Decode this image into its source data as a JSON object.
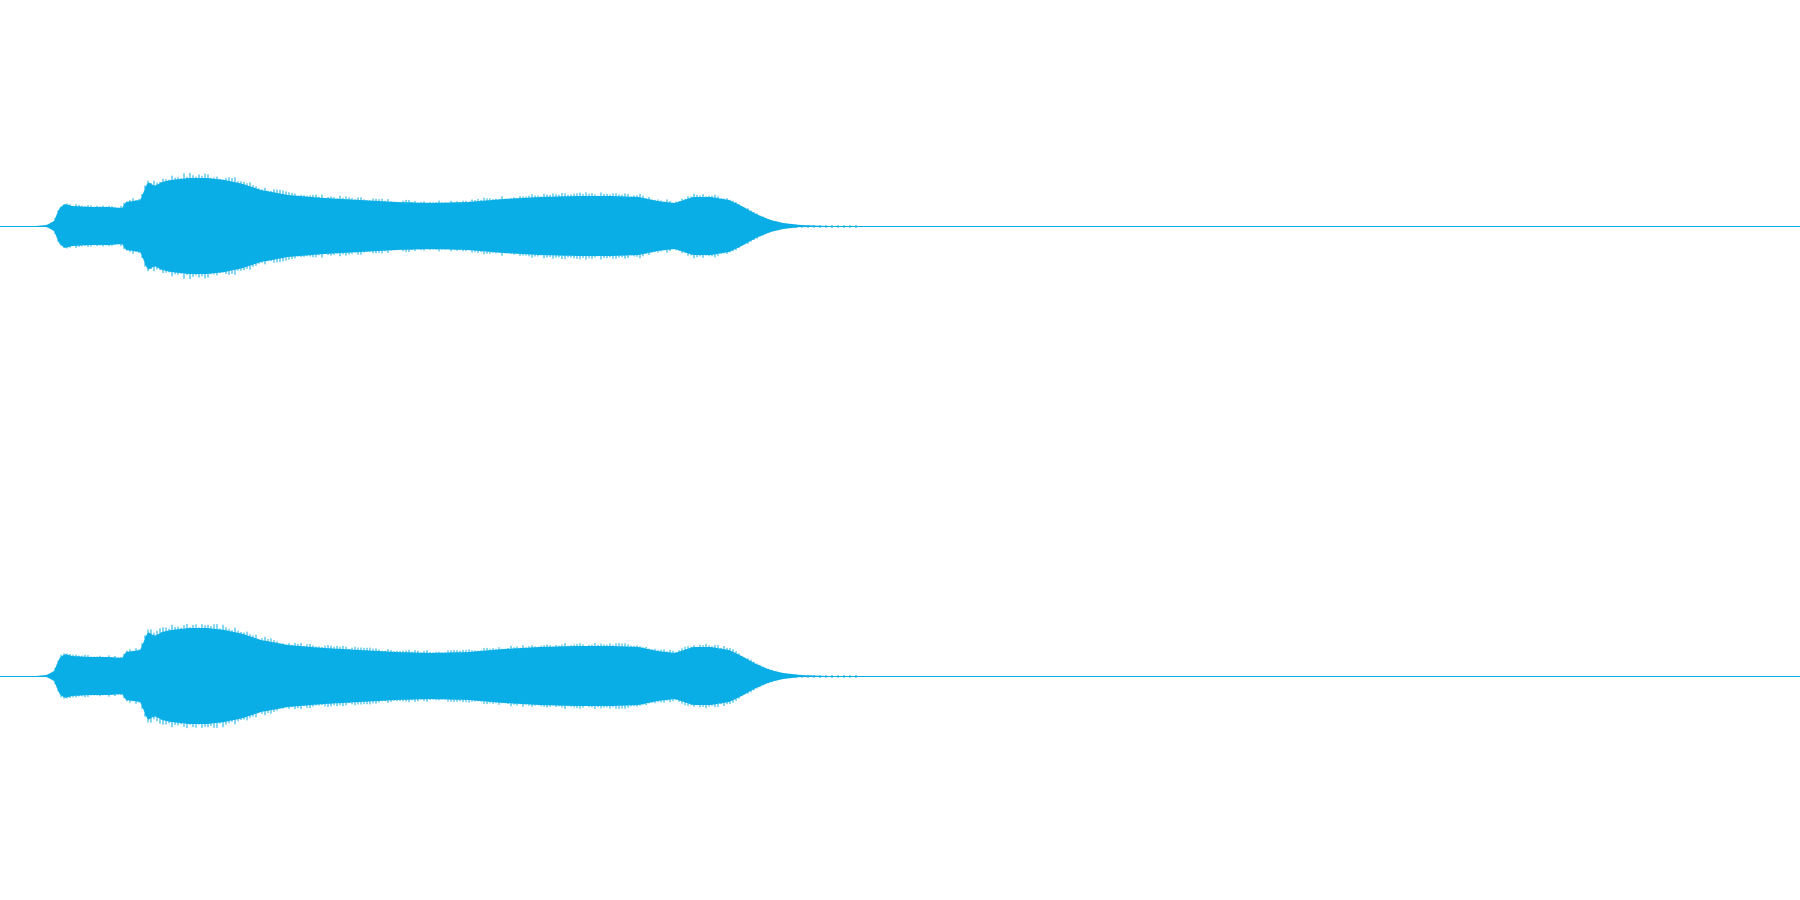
{
  "view": {
    "type": "audio-waveform",
    "channel_count": 2,
    "background_color": "#ffffff",
    "wave_color": "#0aaee6"
  },
  "channels": [
    {
      "name": "",
      "envelope": [
        [
          0.0,
          0.0
        ],
        [
          0.02,
          0.0
        ],
        [
          0.026,
          0.01
        ],
        [
          0.03,
          0.05
        ],
        [
          0.033,
          0.18
        ],
        [
          0.036,
          0.22
        ],
        [
          0.04,
          0.2
        ],
        [
          0.05,
          0.19
        ],
        [
          0.06,
          0.19
        ],
        [
          0.068,
          0.18
        ],
        [
          0.07,
          0.24
        ],
        [
          0.078,
          0.26
        ],
        [
          0.082,
          0.44
        ],
        [
          0.086,
          0.4
        ],
        [
          0.09,
          0.44
        ],
        [
          0.095,
          0.46
        ],
        [
          0.105,
          0.48
        ],
        [
          0.115,
          0.48
        ],
        [
          0.125,
          0.46
        ],
        [
          0.135,
          0.42
        ],
        [
          0.145,
          0.36
        ],
        [
          0.16,
          0.31
        ],
        [
          0.18,
          0.28
        ],
        [
          0.2,
          0.26
        ],
        [
          0.22,
          0.24
        ],
        [
          0.24,
          0.23
        ],
        [
          0.26,
          0.24
        ],
        [
          0.28,
          0.27
        ],
        [
          0.3,
          0.29
        ],
        [
          0.32,
          0.3
        ],
        [
          0.34,
          0.3
        ],
        [
          0.355,
          0.29
        ],
        [
          0.365,
          0.25
        ],
        [
          0.375,
          0.23
        ],
        [
          0.385,
          0.29
        ],
        [
          0.395,
          0.29
        ],
        [
          0.405,
          0.26
        ],
        [
          0.412,
          0.2
        ],
        [
          0.42,
          0.12
        ],
        [
          0.428,
          0.06
        ],
        [
          0.435,
          0.03
        ],
        [
          0.445,
          0.01
        ],
        [
          0.46,
          0.0
        ],
        [
          0.48,
          0.0
        ],
        [
          1.0,
          0.0
        ]
      ]
    },
    {
      "name": "",
      "envelope": [
        [
          0.0,
          0.0
        ],
        [
          0.02,
          0.0
        ],
        [
          0.026,
          0.01
        ],
        [
          0.03,
          0.05
        ],
        [
          0.033,
          0.18
        ],
        [
          0.036,
          0.22
        ],
        [
          0.04,
          0.2
        ],
        [
          0.05,
          0.19
        ],
        [
          0.06,
          0.19
        ],
        [
          0.068,
          0.18
        ],
        [
          0.07,
          0.24
        ],
        [
          0.078,
          0.26
        ],
        [
          0.082,
          0.44
        ],
        [
          0.086,
          0.4
        ],
        [
          0.09,
          0.44
        ],
        [
          0.095,
          0.46
        ],
        [
          0.105,
          0.48
        ],
        [
          0.115,
          0.48
        ],
        [
          0.125,
          0.46
        ],
        [
          0.135,
          0.42
        ],
        [
          0.145,
          0.36
        ],
        [
          0.16,
          0.31
        ],
        [
          0.18,
          0.28
        ],
        [
          0.2,
          0.26
        ],
        [
          0.22,
          0.24
        ],
        [
          0.24,
          0.23
        ],
        [
          0.26,
          0.24
        ],
        [
          0.28,
          0.27
        ],
        [
          0.3,
          0.29
        ],
        [
          0.32,
          0.3
        ],
        [
          0.34,
          0.3
        ],
        [
          0.355,
          0.29
        ],
        [
          0.365,
          0.25
        ],
        [
          0.375,
          0.23
        ],
        [
          0.385,
          0.29
        ],
        [
          0.395,
          0.29
        ],
        [
          0.405,
          0.26
        ],
        [
          0.412,
          0.2
        ],
        [
          0.42,
          0.12
        ],
        [
          0.428,
          0.06
        ],
        [
          0.435,
          0.03
        ],
        [
          0.445,
          0.01
        ],
        [
          0.46,
          0.0
        ],
        [
          0.48,
          0.0
        ],
        [
          1.0,
          0.0
        ]
      ]
    }
  ]
}
